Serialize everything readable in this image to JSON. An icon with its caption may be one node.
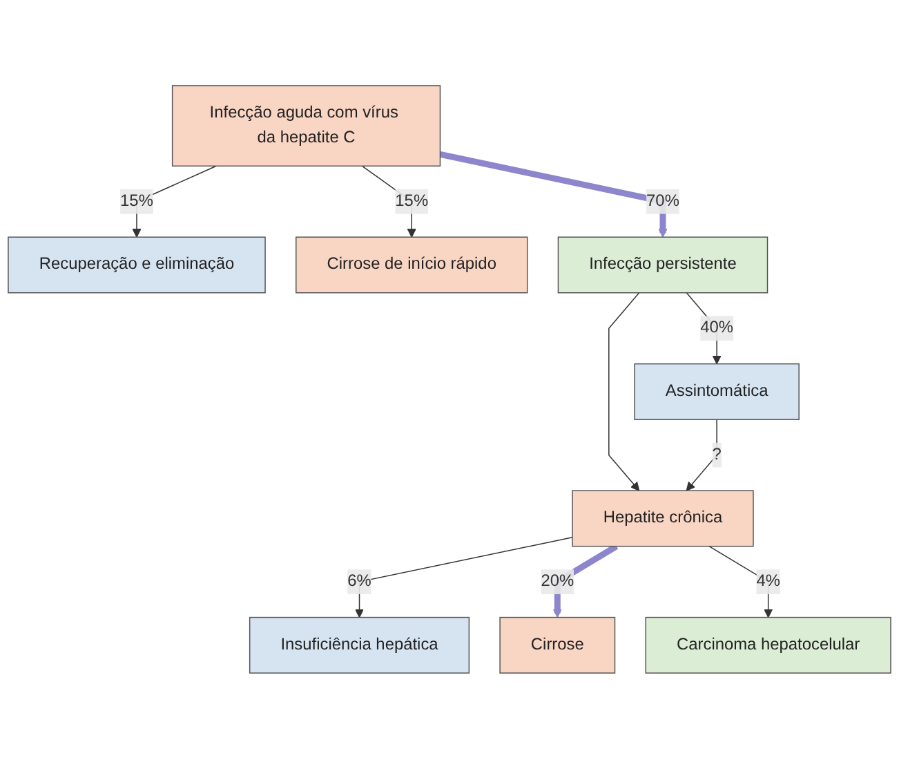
{
  "diagram": {
    "nodes": [
      {
        "text": [
          "Infecção aguda com vírus da hepatite C"
        ]
      },
      {
        "text": [
          "Recuperação e eliminação"
        ]
      },
      {
        "text": [
          "Cirrose de início rápido"
        ]
      },
      {
        "text": [
          "Infecção persistente"
        ]
      },
      {
        "text": [
          "Assintomática"
        ]
      },
      {
        "text": [
          "Hepatite crônica"
        ]
      },
      {
        "text": [
          "Insuficiência hepática"
        ]
      },
      {
        "text": [
          "Cirrose"
        ]
      },
      {
        "text": [
          "Carcinoma hepatocelular"
        ]
      }
    ],
    "edges": [
      {
        "from": 0,
        "to": 1,
        "arrow": "to",
        "label": "15%"
      },
      {
        "from": 0,
        "to": 2,
        "arrow": "to",
        "label": "15%"
      },
      {
        "from": 0,
        "to": 3,
        "arrow": "to",
        "label": "70%",
        "style": "thick",
        "color": "#8e86cc"
      },
      {
        "from": 3,
        "to": 4,
        "arrow": "to",
        "label": "40%"
      },
      {
        "from": 3,
        "to": 5,
        "arrow": "to"
      },
      {
        "from": 4,
        "to": 5,
        "arrow": "to",
        "label": "?"
      },
      {
        "from": 5,
        "to": 6,
        "arrow": "to",
        "label": "6%"
      },
      {
        "from": 5,
        "to": 7,
        "arrow": "to",
        "label": "20%",
        "style": "thick",
        "color": "#8e86cc"
      },
      {
        "from": 5,
        "to": 8,
        "arrow": "to",
        "label": "4%"
      }
    ]
  }
}
